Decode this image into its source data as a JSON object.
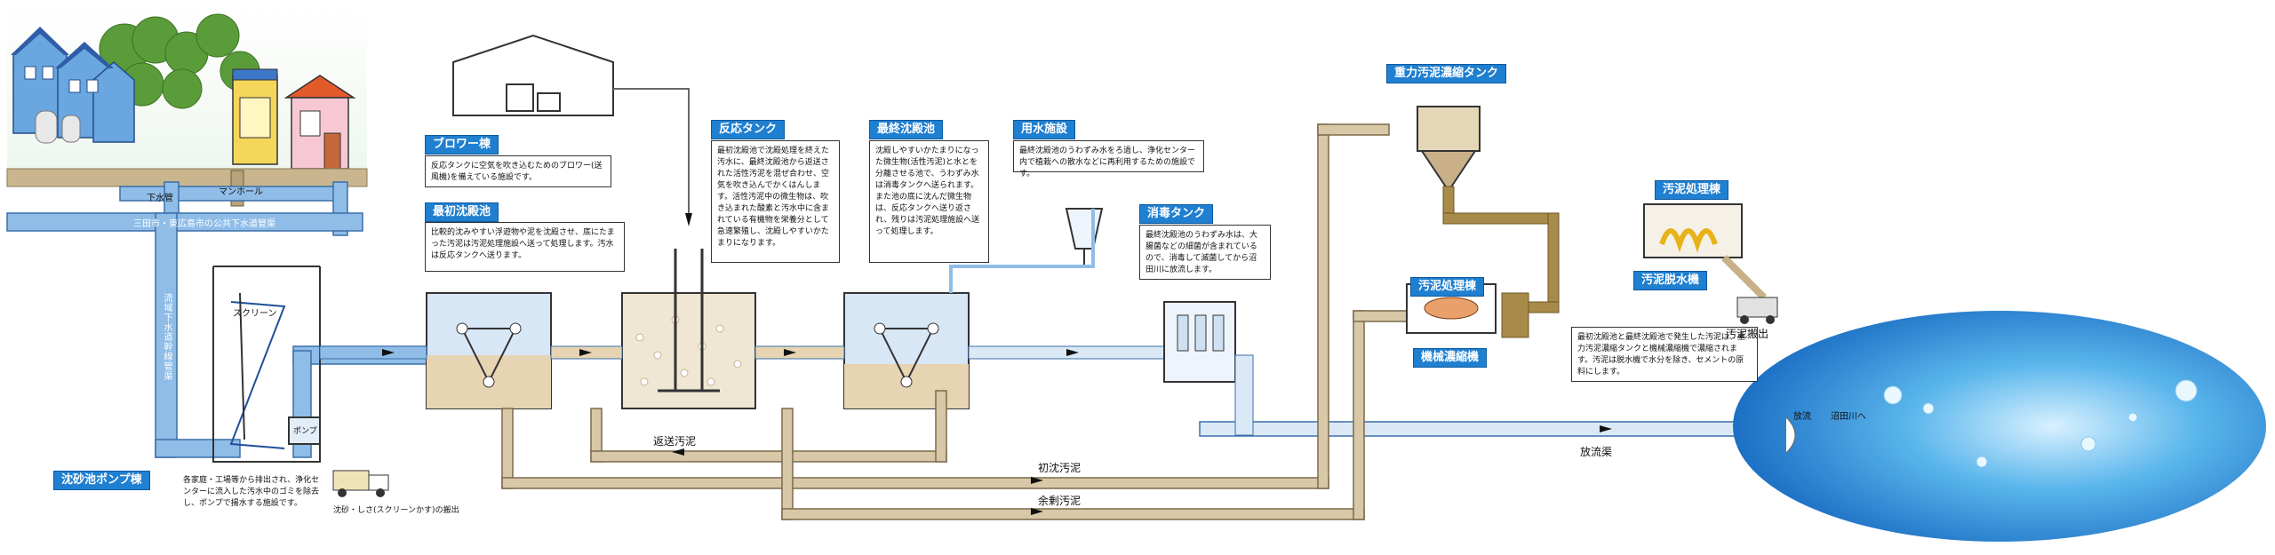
{
  "labels": {
    "sewer_pipe": "下水管",
    "manhole": "マンホール",
    "public_sewer": "三田市・東広島市の公共下水道管渠",
    "trunk_line": "流域下水道幹線管渠",
    "screen": "スクリーン",
    "pump": "ポンプ",
    "screenings": "沈砂・しさ(スクリーンかす)の搬出",
    "return_sludge": "返送汚泥",
    "primary_sludge": "初沈汚泥",
    "excess_sludge": "余剰汚泥",
    "effluent_pipe": "放流渠",
    "discharge": "放流",
    "river": "沼田川へ",
    "sludge_out": "汚泥搬出"
  },
  "facilities": {
    "grit_pump": {
      "title": "沈砂池ポンプ棟",
      "desc": "各家庭・工場等から排出され、浄化センターに流入した汚水中のゴミを除去し、ポンプで揚水する施設です。"
    },
    "blower": {
      "title": "ブロワー棟",
      "desc": "反応タンクに空気を吹き込むためのブロワー(送風機)を備えている施設です。"
    },
    "primary": {
      "title": "最初沈殿池",
      "desc": "比較的沈みやすい浮遊物や泥を沈殿させ、底にたまった汚泥は汚泥処理施設へ送って処理します。汚水は反応タンクへ送ります。"
    },
    "reaction": {
      "title": "反応タンク",
      "desc": "最初沈殿池で沈殿処理を終えた汚水に、最終沈殿池から返送された活性汚泥を混ぜ合わせ、空気を吹き込んでかくはんします。活性汚泥中の微生物は、吹き込まれた酸素と汚水中に含まれている有機物を栄養分として急速繁殖し、沈殿しやすいかたまりになります。"
    },
    "final": {
      "title": "最終沈殿池",
      "desc": "沈殿しやすいかたまりになった微生物(活性汚泥)と水とを分離させる池で、うわずみ水は消毒タンクへ送られます。また池の底に沈んだ微生物は、反応タンクへ送り返され、残りは汚泥処理施設へ送って処理します。"
    },
    "reuse": {
      "title": "用水施設",
      "desc": "最終沈殿池のうわずみ水をろ過し、浄化センター内で植栽への散水などに再利用するための施設です。"
    },
    "disinfect": {
      "title": "消毒タンク",
      "desc": "最終沈殿池のうわずみ水は、大腸菌などの細菌が含まれているので、消毒して滅菌してから沼田川に放流します。"
    },
    "gravity_thickener": {
      "title": "重力汚泥濃縮タンク"
    },
    "sludge_bldg_1": {
      "title": "汚泥処理棟"
    },
    "mech_thickener": {
      "title": "機械濃縮機"
    },
    "sludge_bldg_2": {
      "title": "汚泥処理棟"
    },
    "dewater": {
      "title": "汚泥脱水機"
    },
    "sludge_note": {
      "desc": "最初沈殿池と最終沈殿池で発生した汚泥は、重力汚泥濃縮タンクと機械濃縮機で濃縮されます。汚泥は脱水機で水分を除き、セメントの原料にします。"
    }
  },
  "colors": {
    "sewage_pipe": "#8fbde8",
    "sludge_pipe": "#d8c8a8",
    "thick_sludge": "#a88a4a",
    "clean_water": "#dbe9f7",
    "label_blue": "#1f7fd0",
    "river_blue": "#3a8fd6"
  }
}
